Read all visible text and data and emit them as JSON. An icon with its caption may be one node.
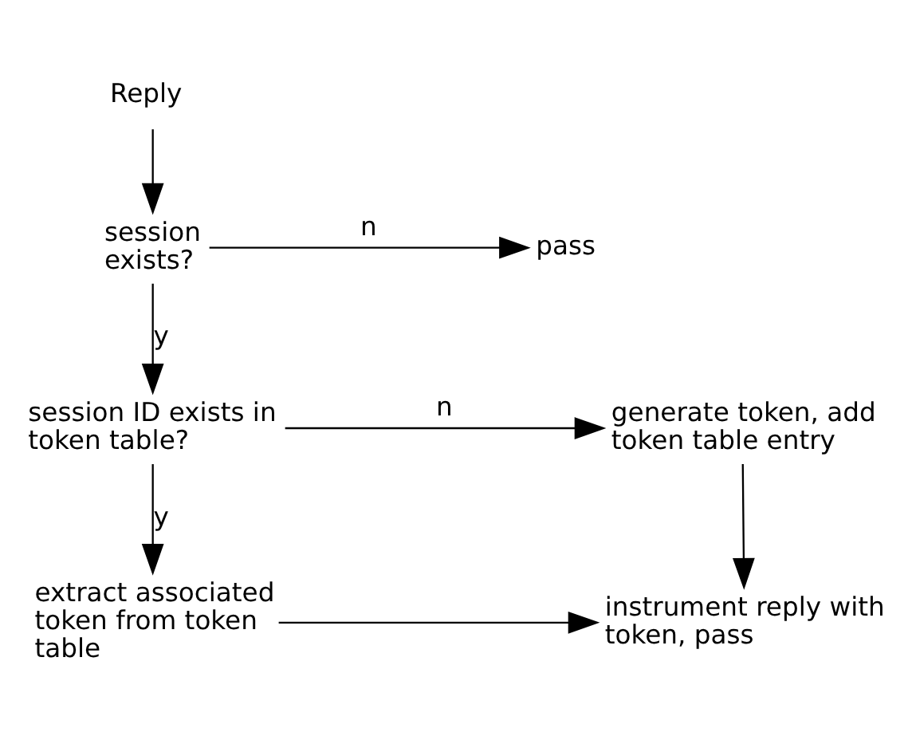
{
  "diagram": {
    "nodes": [
      {
        "text": [
          "Reply"
        ]
      },
      {
        "text": [
          "session exists?"
        ]
      },
      {
        "text": [
          "pass"
        ]
      },
      {
        "text": [
          "session ID exists in token table?"
        ]
      },
      {
        "text": [
          "generate token, add token table entry"
        ]
      },
      {
        "text": [
          "extract associated token from token table"
        ]
      },
      {
        "text": [
          "instrument reply with token, pass"
        ]
      }
    ],
    "edges": [
      {
        "from": 0,
        "to": 1,
        "arrow": "to"
      },
      {
        "from": 1,
        "to": 2,
        "arrow": "to",
        "label": "n"
      },
      {
        "from": 1,
        "to": 3,
        "arrow": "to",
        "label": "y"
      },
      {
        "from": 3,
        "to": 4,
        "arrow": "to",
        "label": "n"
      },
      {
        "from": 3,
        "to": 5,
        "arrow": "to",
        "label": "y"
      },
      {
        "from": 4,
        "to": 6,
        "arrow": "to"
      },
      {
        "from": 5,
        "to": 6,
        "arrow": "to"
      }
    ]
  }
}
